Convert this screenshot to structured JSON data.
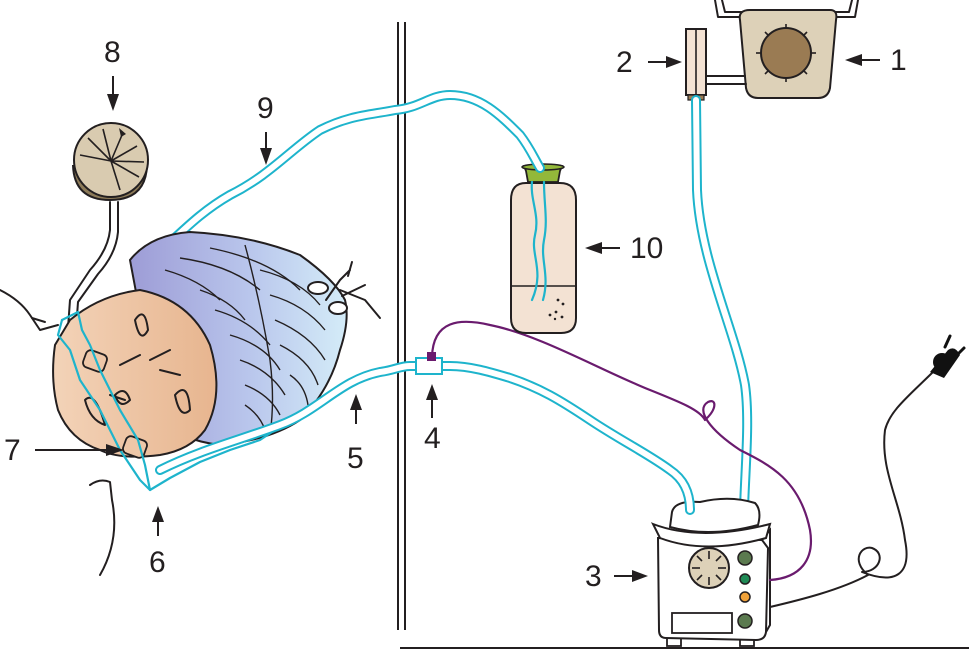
{
  "figure": {
    "title": "Wound vacuum drainage setup",
    "colors": {
      "ink": "#231f20",
      "tubing": "#1eb4cc",
      "sensor_cable": "#6a1b6e",
      "skin": "#eec7a8",
      "drape_light": "#cfe6f5",
      "drape_dark": "#a9a9d9",
      "gauge_face": "#d9cbb0",
      "gauge_rim": "#8c7a58",
      "regulator_body": "#ddd1b8",
      "regulator_dial": "#9a7b53",
      "canister": "#f3e2d3",
      "canister_cap": "#93b83a",
      "button_green_dark": "#5b7a4f",
      "button_green": "#1f8a55",
      "button_orange": "#f0a23a",
      "sensor_port": "#6a1b6e"
    }
  },
  "callouts": [
    {
      "id": "1",
      "text": "1",
      "target": "vacuum-regulator",
      "arrow": "left"
    },
    {
      "id": "2",
      "text": "2",
      "target": "wall-connector",
      "arrow": "right"
    },
    {
      "id": "3",
      "text": "3",
      "target": "pump-unit",
      "arrow": "right"
    },
    {
      "id": "4",
      "text": "4",
      "target": "pressure-sensor-port",
      "arrow": "up"
    },
    {
      "id": "5",
      "text": "5",
      "target": "drainage-tube",
      "arrow": "up"
    },
    {
      "id": "6",
      "text": "6",
      "target": "wound-dressing-film",
      "arrow": "up"
    },
    {
      "id": "7",
      "text": "7",
      "target": "foam-pad",
      "arrow": "right"
    },
    {
      "id": "8",
      "text": "8",
      "target": "pressure-gauge",
      "arrow": "down"
    },
    {
      "id": "9",
      "text": "9",
      "target": "suction-tube",
      "arrow": "down"
    },
    {
      "id": "10",
      "text": "10",
      "target": "collection-canister",
      "arrow": "left"
    }
  ],
  "pump": {
    "buttons": [
      "green-dark",
      "green",
      "orange",
      "green-dark"
    ]
  }
}
